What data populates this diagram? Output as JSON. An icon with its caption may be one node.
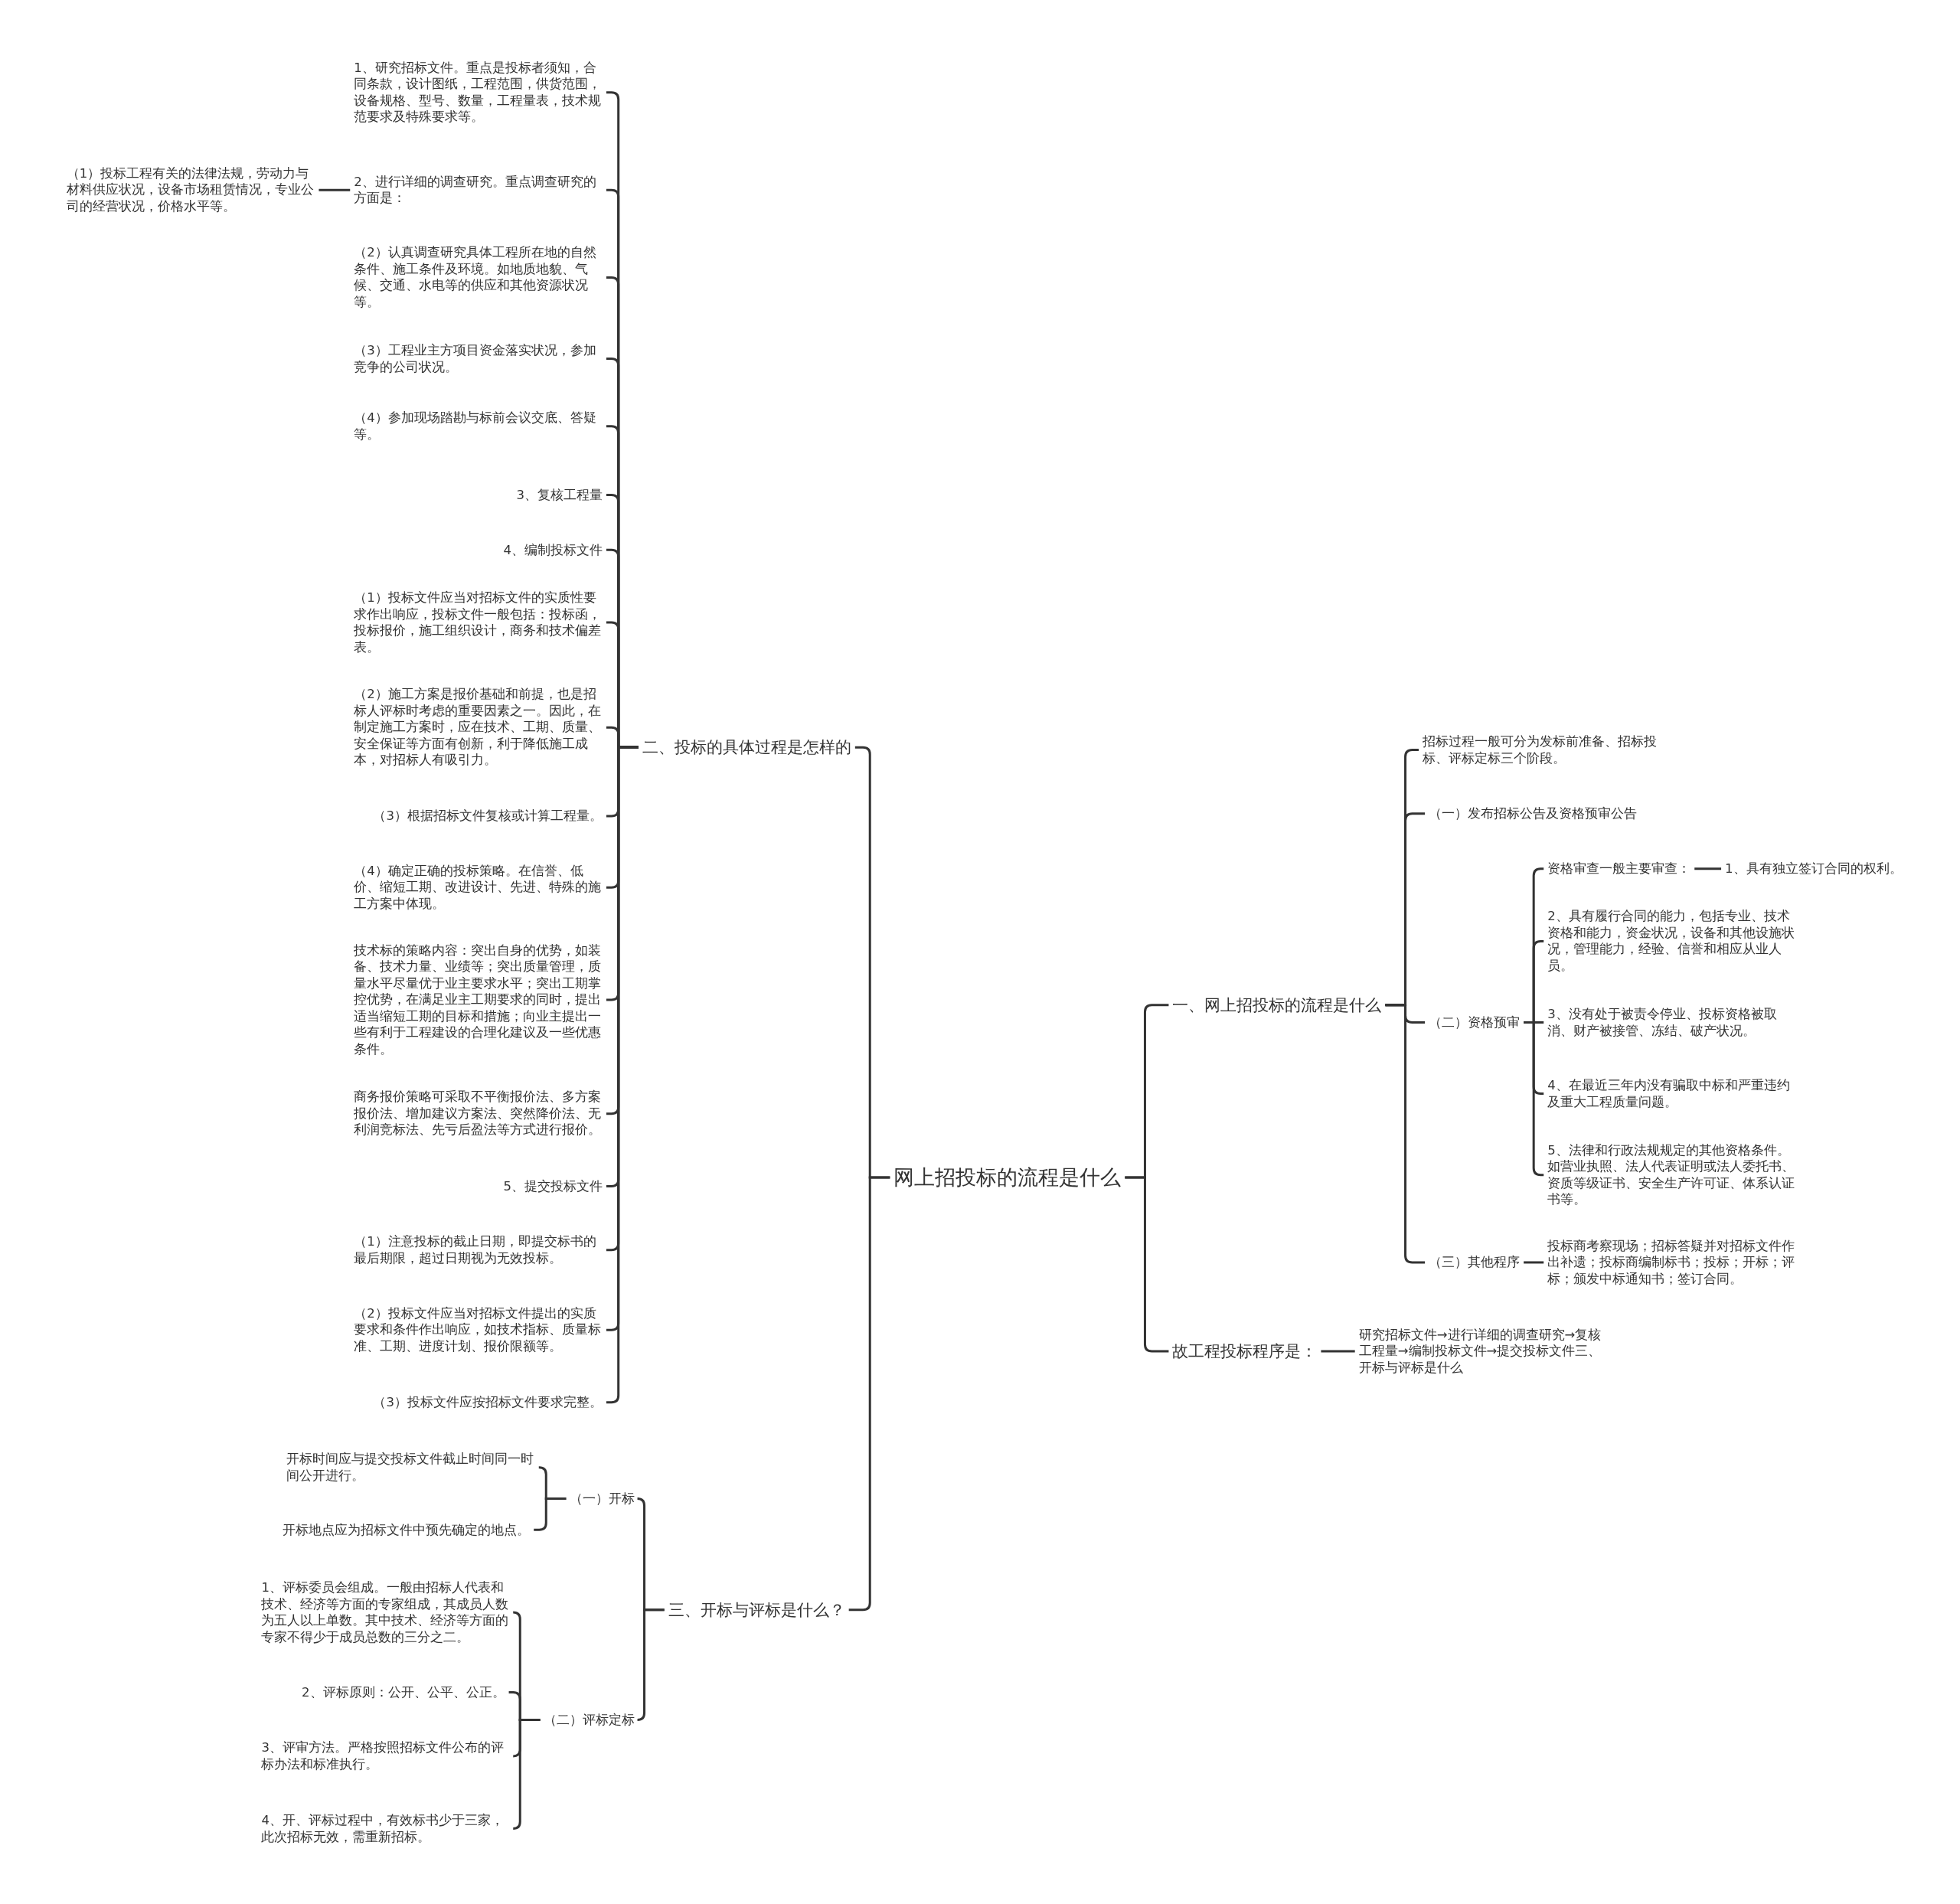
{
  "diagram": {
    "nodes": [
      {
        "text": [
          "网上招投标的流程是什么"
        ]
      },
      {
        "text": [
          "二、投标的具体过程是怎样的"
        ]
      },
      {
        "text": [
          "1、研究招标文件。重点是投标者须知，合同条款，设计图纸，工程范围，供货范围，设备规格、型号、数量，工程量表，技术规范要求及特殊要求等。"
        ]
      },
      {
        "text": [
          "2、进行详细的调查研究。重点调查研究的方面是："
        ]
      },
      {
        "text": [
          "（1）投标工程有关的法律法规，劳动力与材料供应状况，设备市场租赁情况，专业公司的经营状况，价格水平等。"
        ]
      },
      {
        "text": [
          "（2）认真调查研究具体工程所在地的自然条件、施工条件及环境。如地质地貌、气候、交通、水电等的供应和其他资源状况等。"
        ]
      },
      {
        "text": [
          "（3）工程业主方项目资金落实状况，参加竞争的公司状况。"
        ]
      },
      {
        "text": [
          "（4）参加现场踏勘与标前会议交底、答疑等。"
        ]
      },
      {
        "text": [
          "3、复核工程量"
        ]
      },
      {
        "text": [
          "4、编制投标文件"
        ]
      },
      {
        "text": [
          "（1）投标文件应当对招标文件的实质性要求作出响应，投标文件一般包括：投标函，投标报价，施工组织设计，商务和技术偏差表。"
        ]
      },
      {
        "text": [
          "（2）施工方案是报价基础和前提，也是招标人评标时考虑的重要因素之一。因此，在制定施工方案时，应在技术、工期、质量、安全保证等方面有创新，利于降低施工成本，对招标人有吸引力。"
        ]
      },
      {
        "text": [
          "（3）根据招标文件复核或计算工程量。"
        ]
      },
      {
        "text": [
          "（4）确定正确的投标策略。在信誉、低价、缩短工期、改进设计、先进、特殊的施工方案中体现。"
        ]
      },
      {
        "text": [
          "技术标的策略内容：突出自身的优势，如装备、技术力量、业绩等；突出质量管理，质量水平尽量优于业主要求水平；突出工期掌控优势，在满足业主工期要求的同时，提出适当缩短工期的目标和措施；向业主提出一些有利于工程建设的合理化建议及一些优惠条件。"
        ]
      },
      {
        "text": [
          "商务报价策略可采取不平衡报价法、多方案报价法、增加建议方案法、突然降价法、无利润竞标法、先亏后盈法等方式进行报价。"
        ]
      },
      {
        "text": [
          "5、提交投标文件"
        ]
      },
      {
        "text": [
          "（1）注意投标的截止日期，即提交标书的最后期限，超过日期视为无效投标。"
        ]
      },
      {
        "text": [
          "（2）投标文件应当对招标文件提出的实质要求和条件作出响应，如技术指标、质量标准、工期、进度计划、报价限额等。"
        ]
      },
      {
        "text": [
          "（3）投标文件应按招标文件要求完整。"
        ]
      },
      {
        "text": [
          "三、开标与评标是什么？"
        ]
      },
      {
        "text": [
          "（一）开标"
        ]
      },
      {
        "text": [
          "开标时间应与提交投标文件截止时间同一时间公开进行。"
        ]
      },
      {
        "text": [
          "开标地点应为招标文件中预先确定的地点。"
        ]
      },
      {
        "text": [
          "（二）评标定标"
        ]
      },
      {
        "text": [
          "1、评标委员会组成。一般由招标人代表和技术、经济等方面的专家组成，其成员人数为五人以上单数。其中技术、经济等方面的专家不得少于成员总数的三分之二。"
        ]
      },
      {
        "text": [
          "2、评标原则：公开、公平、公正。"
        ]
      },
      {
        "text": [
          "3、评审方法。严格按照招标文件公布的评标办法和标准执行。"
        ]
      },
      {
        "text": [
          "4、开、评标过程中，有效标书少于三家，此次招标无效，需重新招标。"
        ]
      },
      {
        "text": [
          "一、网上招投标的流程是什么"
        ]
      },
      {
        "text": [
          "招标过程一般可分为发标前准备、招标投标、评标定标三个阶段。"
        ]
      },
      {
        "text": [
          "（一）发布招标公告及资格预审公告"
        ]
      },
      {
        "text": [
          "（二）资格预审"
        ]
      },
      {
        "text": [
          "资格审查一般主要审查："
        ]
      },
      {
        "text": [
          "1、具有独立签订合同的权利。"
        ]
      },
      {
        "text": [
          "2、具有履行合同的能力，包括专业、技术资格和能力，资金状况，设备和其他设施状况，管理能力，经验、信誉和相应从业人员。"
        ]
      },
      {
        "text": [
          "3、没有处于被责令停业、投标资格被取消、财产被接管、冻结、破产状况。"
        ]
      },
      {
        "text": [
          "4、在最近三年内没有骗取中标和严重违约及重大工程质量问题。"
        ]
      },
      {
        "text": [
          "5、法律和行政法规规定的其他资格条件。如营业执照、法人代表证明或法人委托书、资质等级证书、安全生产许可证、体系认证书等。"
        ]
      },
      {
        "text": [
          "（三）其他程序"
        ]
      },
      {
        "text": [
          "投标商考察现场；招标答疑并对招标文件作出补遗；投标商编制标书；投标；开标；评标；颁发中标通知书；签订合同。"
        ]
      },
      {
        "text": [
          "故工程投标程序是："
        ]
      },
      {
        "text": [
          "研究招标文件→进行详细的调查研究→复核工程量→编制投标文件→提交投标文件三、开标与评标是什么"
        ]
      }
    ],
    "edges": [
      {
        "from": 0,
        "to": 1,
        "arrow": "none"
      },
      {
        "from": 1,
        "to": 2,
        "arrow": "none"
      },
      {
        "from": 1,
        "to": 3,
        "arrow": "none"
      },
      {
        "from": 3,
        "to": 4,
        "arrow": "none"
      },
      {
        "from": 1,
        "to": 5,
        "arrow": "none"
      },
      {
        "from": 1,
        "to": 6,
        "arrow": "none"
      },
      {
        "from": 1,
        "to": 7,
        "arrow": "none"
      },
      {
        "from": 1,
        "to": 8,
        "arrow": "none"
      },
      {
        "from": 1,
        "to": 9,
        "arrow": "none"
      },
      {
        "from": 1,
        "to": 10,
        "arrow": "none"
      },
      {
        "from": 1,
        "to": 11,
        "arrow": "none"
      },
      {
        "from": 1,
        "to": 12,
        "arrow": "none"
      },
      {
        "from": 1,
        "to": 13,
        "arrow": "none"
      },
      {
        "from": 1,
        "to": 14,
        "arrow": "none"
      },
      {
        "from": 1,
        "to": 15,
        "arrow": "none"
      },
      {
        "from": 1,
        "to": 16,
        "arrow": "none"
      },
      {
        "from": 1,
        "to": 17,
        "arrow": "none"
      },
      {
        "from": 1,
        "to": 18,
        "arrow": "none"
      },
      {
        "from": 1,
        "to": 19,
        "arrow": "none"
      },
      {
        "from": 0,
        "to": 20,
        "arrow": "none"
      },
      {
        "from": 20,
        "to": 21,
        "arrow": "none"
      },
      {
        "from": 21,
        "to": 22,
        "arrow": "none"
      },
      {
        "from": 21,
        "to": 23,
        "arrow": "none"
      },
      {
        "from": 20,
        "to": 24,
        "arrow": "none"
      },
      {
        "from": 24,
        "to": 25,
        "arrow": "none"
      },
      {
        "from": 24,
        "to": 26,
        "arrow": "none"
      },
      {
        "from": 24,
        "to": 27,
        "arrow": "none"
      },
      {
        "from": 24,
        "to": 28,
        "arrow": "none"
      },
      {
        "from": 0,
        "to": 29,
        "arrow": "none"
      },
      {
        "from": 29,
        "to": 30,
        "arrow": "none"
      },
      {
        "from": 29,
        "to": 31,
        "arrow": "none"
      },
      {
        "from": 29,
        "to": 32,
        "arrow": "none"
      },
      {
        "from": 32,
        "to": 33,
        "arrow": "none"
      },
      {
        "from": 33,
        "to": 34,
        "arrow": "none"
      },
      {
        "from": 32,
        "to": 35,
        "arrow": "none"
      },
      {
        "from": 32,
        "to": 36,
        "arrow": "none"
      },
      {
        "from": 32,
        "to": 37,
        "arrow": "none"
      },
      {
        "from": 32,
        "to": 38,
        "arrow": "none"
      },
      {
        "from": 29,
        "to": 39,
        "arrow": "none"
      },
      {
        "from": 39,
        "to": 40,
        "arrow": "none"
      },
      {
        "from": 0,
        "to": 41,
        "arrow": "none"
      },
      {
        "from": 41,
        "to": 42,
        "arrow": "none"
      }
    ]
  }
}
